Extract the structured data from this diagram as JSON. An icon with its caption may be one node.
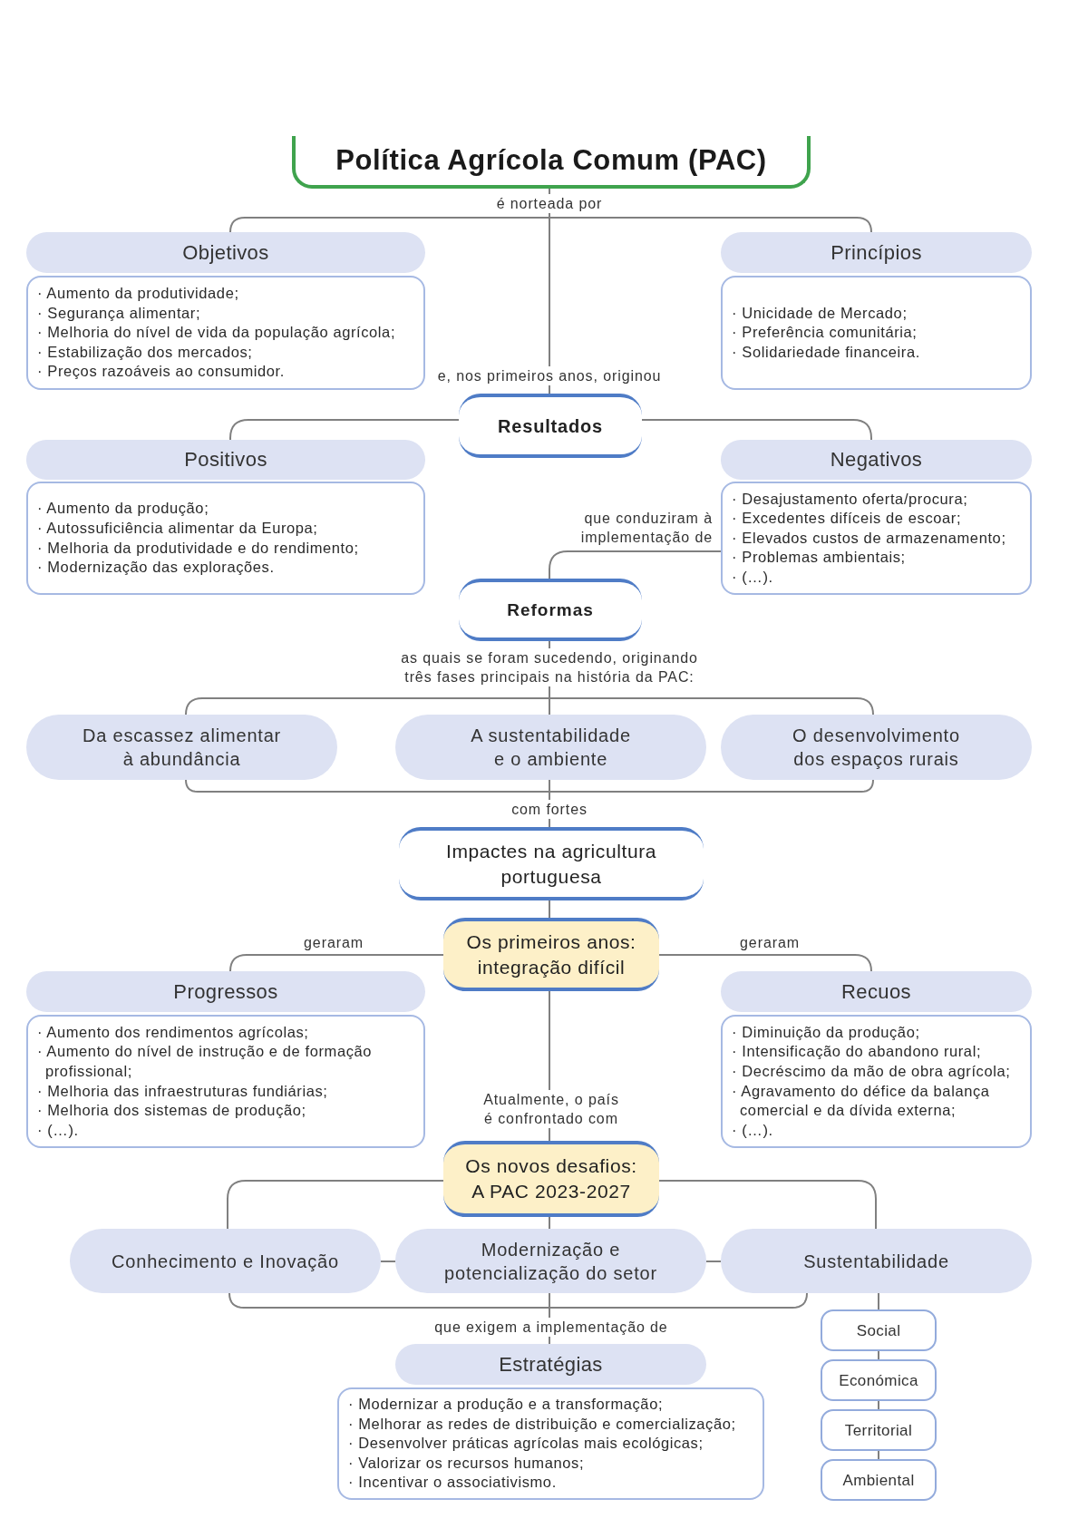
{
  "diagram": {
    "nodes": [
      {
        "text": [
          "Política Agrícola Comum (PAC)"
        ]
      },
      {
        "text": [
          "Objetivos"
        ]
      },
      {
        "text": [
          "· Aumento da produtividade;",
          "· Segurança alimentar;",
          "· Melhoria do nível de vida da população agrícola;",
          "· Estabilização dos mercados;",
          "· Preços razoáveis ao consumidor."
        ]
      },
      {
        "text": [
          "Princípios"
        ]
      },
      {
        "text": [
          "· Unicidade de Mercado;",
          "· Preferência comunitária;",
          "· Solidariedade financeira."
        ]
      },
      {
        "text": [
          "Resultados"
        ]
      },
      {
        "text": [
          "Positivos"
        ]
      },
      {
        "text": [
          "· Aumento da produção;",
          "· Autossuficiência alimentar da Europa;",
          "· Melhoria da produtividade e do rendimento;",
          "· Modernização das explorações."
        ]
      },
      {
        "text": [
          "Negativos"
        ]
      },
      {
        "text": [
          "· Desajustamento oferta/procura;",
          "· Excedentes difíceis de escoar;",
          "· Elevados custos de armazenamento;",
          "· Problemas ambientais;",
          "· (…)."
        ]
      },
      {
        "text": [
          "Reformas"
        ]
      },
      {
        "text": [
          "Da escassez alimentar à abundância"
        ]
      },
      {
        "text": [
          "A sustentabilidade e o ambiente"
        ]
      },
      {
        "text": [
          "O desenvolvimento dos espaços rurais"
        ]
      },
      {
        "text": [
          "Impactes na agricultura portuguesa"
        ]
      },
      {
        "text": [
          "Os primeiros anos: integração difícil"
        ]
      },
      {
        "text": [
          "Progressos"
        ]
      },
      {
        "text": [
          "· Aumento dos rendimentos agrícolas;",
          "· Aumento do nível de instrução e de formação profissional;",
          "· Melhoria das infraestruturas fundiárias;",
          "· Melhoria dos sistemas de produção;",
          "· (…)."
        ]
      },
      {
        "text": [
          "Recuos"
        ]
      },
      {
        "text": [
          "· Diminuição da produção;",
          "· Intensificação do abandono rural;",
          "· Decréscimo da mão de obra agrícola;",
          "· Agravamento do défice da balança comercial e da dívida externa;",
          "· (…)."
        ]
      },
      {
        "text": [
          "Os novos desafios: A PAC 2023-2027"
        ]
      },
      {
        "text": [
          "Conhecimento e Inovação"
        ]
      },
      {
        "text": [
          "Modernização e potencialização do setor"
        ]
      },
      {
        "text": [
          "Sustentabilidade"
        ]
      },
      {
        "text": [
          "Social"
        ]
      },
      {
        "text": [
          "Económica"
        ]
      },
      {
        "text": [
          "Territorial"
        ]
      },
      {
        "text": [
          "Ambiental"
        ]
      },
      {
        "text": [
          "Estratégias"
        ]
      },
      {
        "text": [
          "· Modernizar a produção e a transformação;",
          "· Melhorar as redes de distribuição e comercialização;",
          "· Desenvolver práticas agrícolas mais ecológicas;",
          "· Valorizar os recursos humanos;",
          "· Incentivar o associativismo."
        ]
      }
    ],
    "edges": [
      {
        "from": 0,
        "to": 1,
        "arrow": "none",
        "label": "é norteada por"
      },
      {
        "from": 0,
        "to": 3,
        "arrow": "none"
      },
      {
        "from": 0,
        "to": 5,
        "arrow": "none",
        "label": "e, nos primeiros anos, originou"
      },
      {
        "from": 5,
        "to": 6,
        "arrow": "none"
      },
      {
        "from": 5,
        "to": 8,
        "arrow": "none"
      },
      {
        "from": 9,
        "to": 10,
        "arrow": "none",
        "label": "que conduziram à implementação de"
      },
      {
        "from": 10,
        "to": 11,
        "arrow": "none"
      },
      {
        "from": 10,
        "to": 12,
        "arrow": "none",
        "label": "as quais se foram sucedendo, originando três fases principais na história da PAC:"
      },
      {
        "from": 10,
        "to": 13,
        "arrow": "none"
      },
      {
        "from": 11,
        "to": 14,
        "arrow": "none"
      },
      {
        "from": 12,
        "to": 14,
        "arrow": "none",
        "label": "com fortes"
      },
      {
        "from": 13,
        "to": 14,
        "arrow": "none"
      },
      {
        "from": 14,
        "to": 15,
        "arrow": "none"
      },
      {
        "from": 15,
        "to": 16,
        "arrow": "none",
        "label": "geraram"
      },
      {
        "from": 15,
        "to": 18,
        "arrow": "none",
        "label": "geraram"
      },
      {
        "from": 15,
        "to": 20,
        "arrow": "none",
        "label": "Atualmente, o país é confrontado com"
      },
      {
        "from": 20,
        "to": 21,
        "arrow": "none"
      },
      {
        "from": 20,
        "to": 22,
        "arrow": "none"
      },
      {
        "from": 20,
        "to": 23,
        "arrow": "none"
      },
      {
        "from": 21,
        "to": 22,
        "arrow": "none"
      },
      {
        "from": 22,
        "to": 23,
        "arrow": "none"
      },
      {
        "from": 21,
        "to": 28,
        "arrow": "none"
      },
      {
        "from": 22,
        "to": 28,
        "arrow": "none",
        "label": "que exigem a implementação de"
      },
      {
        "from": 23,
        "to": 28,
        "arrow": "none"
      },
      {
        "from": 23,
        "to": 24,
        "arrow": "none"
      },
      {
        "from": 24,
        "to": 25,
        "arrow": "none"
      },
      {
        "from": 25,
        "to": 26,
        "arrow": "none"
      },
      {
        "from": 26,
        "to": 27,
        "arrow": "none"
      }
    ]
  }
}
